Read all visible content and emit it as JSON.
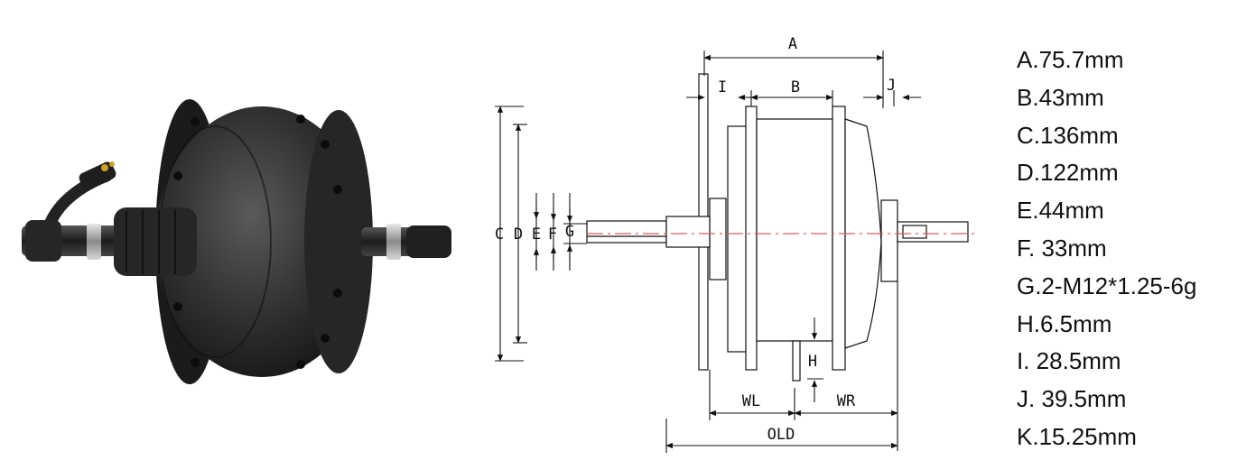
{
  "diagram": {
    "labels": {
      "A": "A",
      "B": "B",
      "C": "C",
      "D": "D",
      "E": "E",
      "F": "F",
      "G": "G",
      "H": "H",
      "I": "I",
      "J": "J",
      "WL": "WL",
      "WR": "WR",
      "OLD": "OLD"
    }
  },
  "specs": [
    "A.75.7mm",
    "B.43mm",
    "C.136mm",
    "D.122mm",
    "E.44mm",
    "F. 33mm",
    "G.2-M12*1.25-6g",
    "H.6.5mm",
    "I. 28.5mm",
    "J. 39.5mm",
    "K.15.25mm"
  ]
}
